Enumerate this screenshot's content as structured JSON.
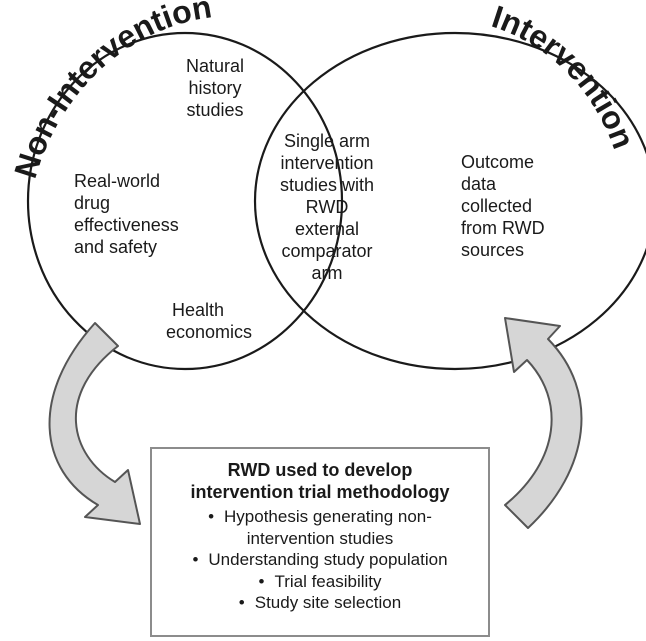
{
  "diagram": {
    "circle_titles": {
      "left": "Non-Intervention",
      "right": "Intervention"
    },
    "left_only": {
      "top": [
        "Natural",
        "history",
        "studies"
      ],
      "middle": [
        "Real-world",
        "drug",
        "effectiveness",
        "and safety"
      ],
      "bottom": [
        "Health",
        "economics"
      ]
    },
    "overlap": [
      "Single arm",
      "intervention",
      "studies with",
      "RWD",
      "external",
      "comparator",
      "arm"
    ],
    "right_only": [
      "Outcome",
      "data",
      "collected",
      "from RWD",
      "sources"
    ],
    "box": {
      "title_lines": [
        "RWD used to develop",
        "intervention trial methodology"
      ],
      "bullet": "•",
      "items": [
        [
          "Hypothesis generating non-",
          "intervention studies"
        ],
        [
          "Understanding study population"
        ],
        [
          "Trial feasibility"
        ],
        [
          "Study site selection"
        ]
      ]
    },
    "colors": {
      "stroke": "#1a1a1a",
      "arrow_fill": "#d6d6d6",
      "arrow_stroke": "#555555",
      "box_border": "#8c8c8c"
    }
  }
}
